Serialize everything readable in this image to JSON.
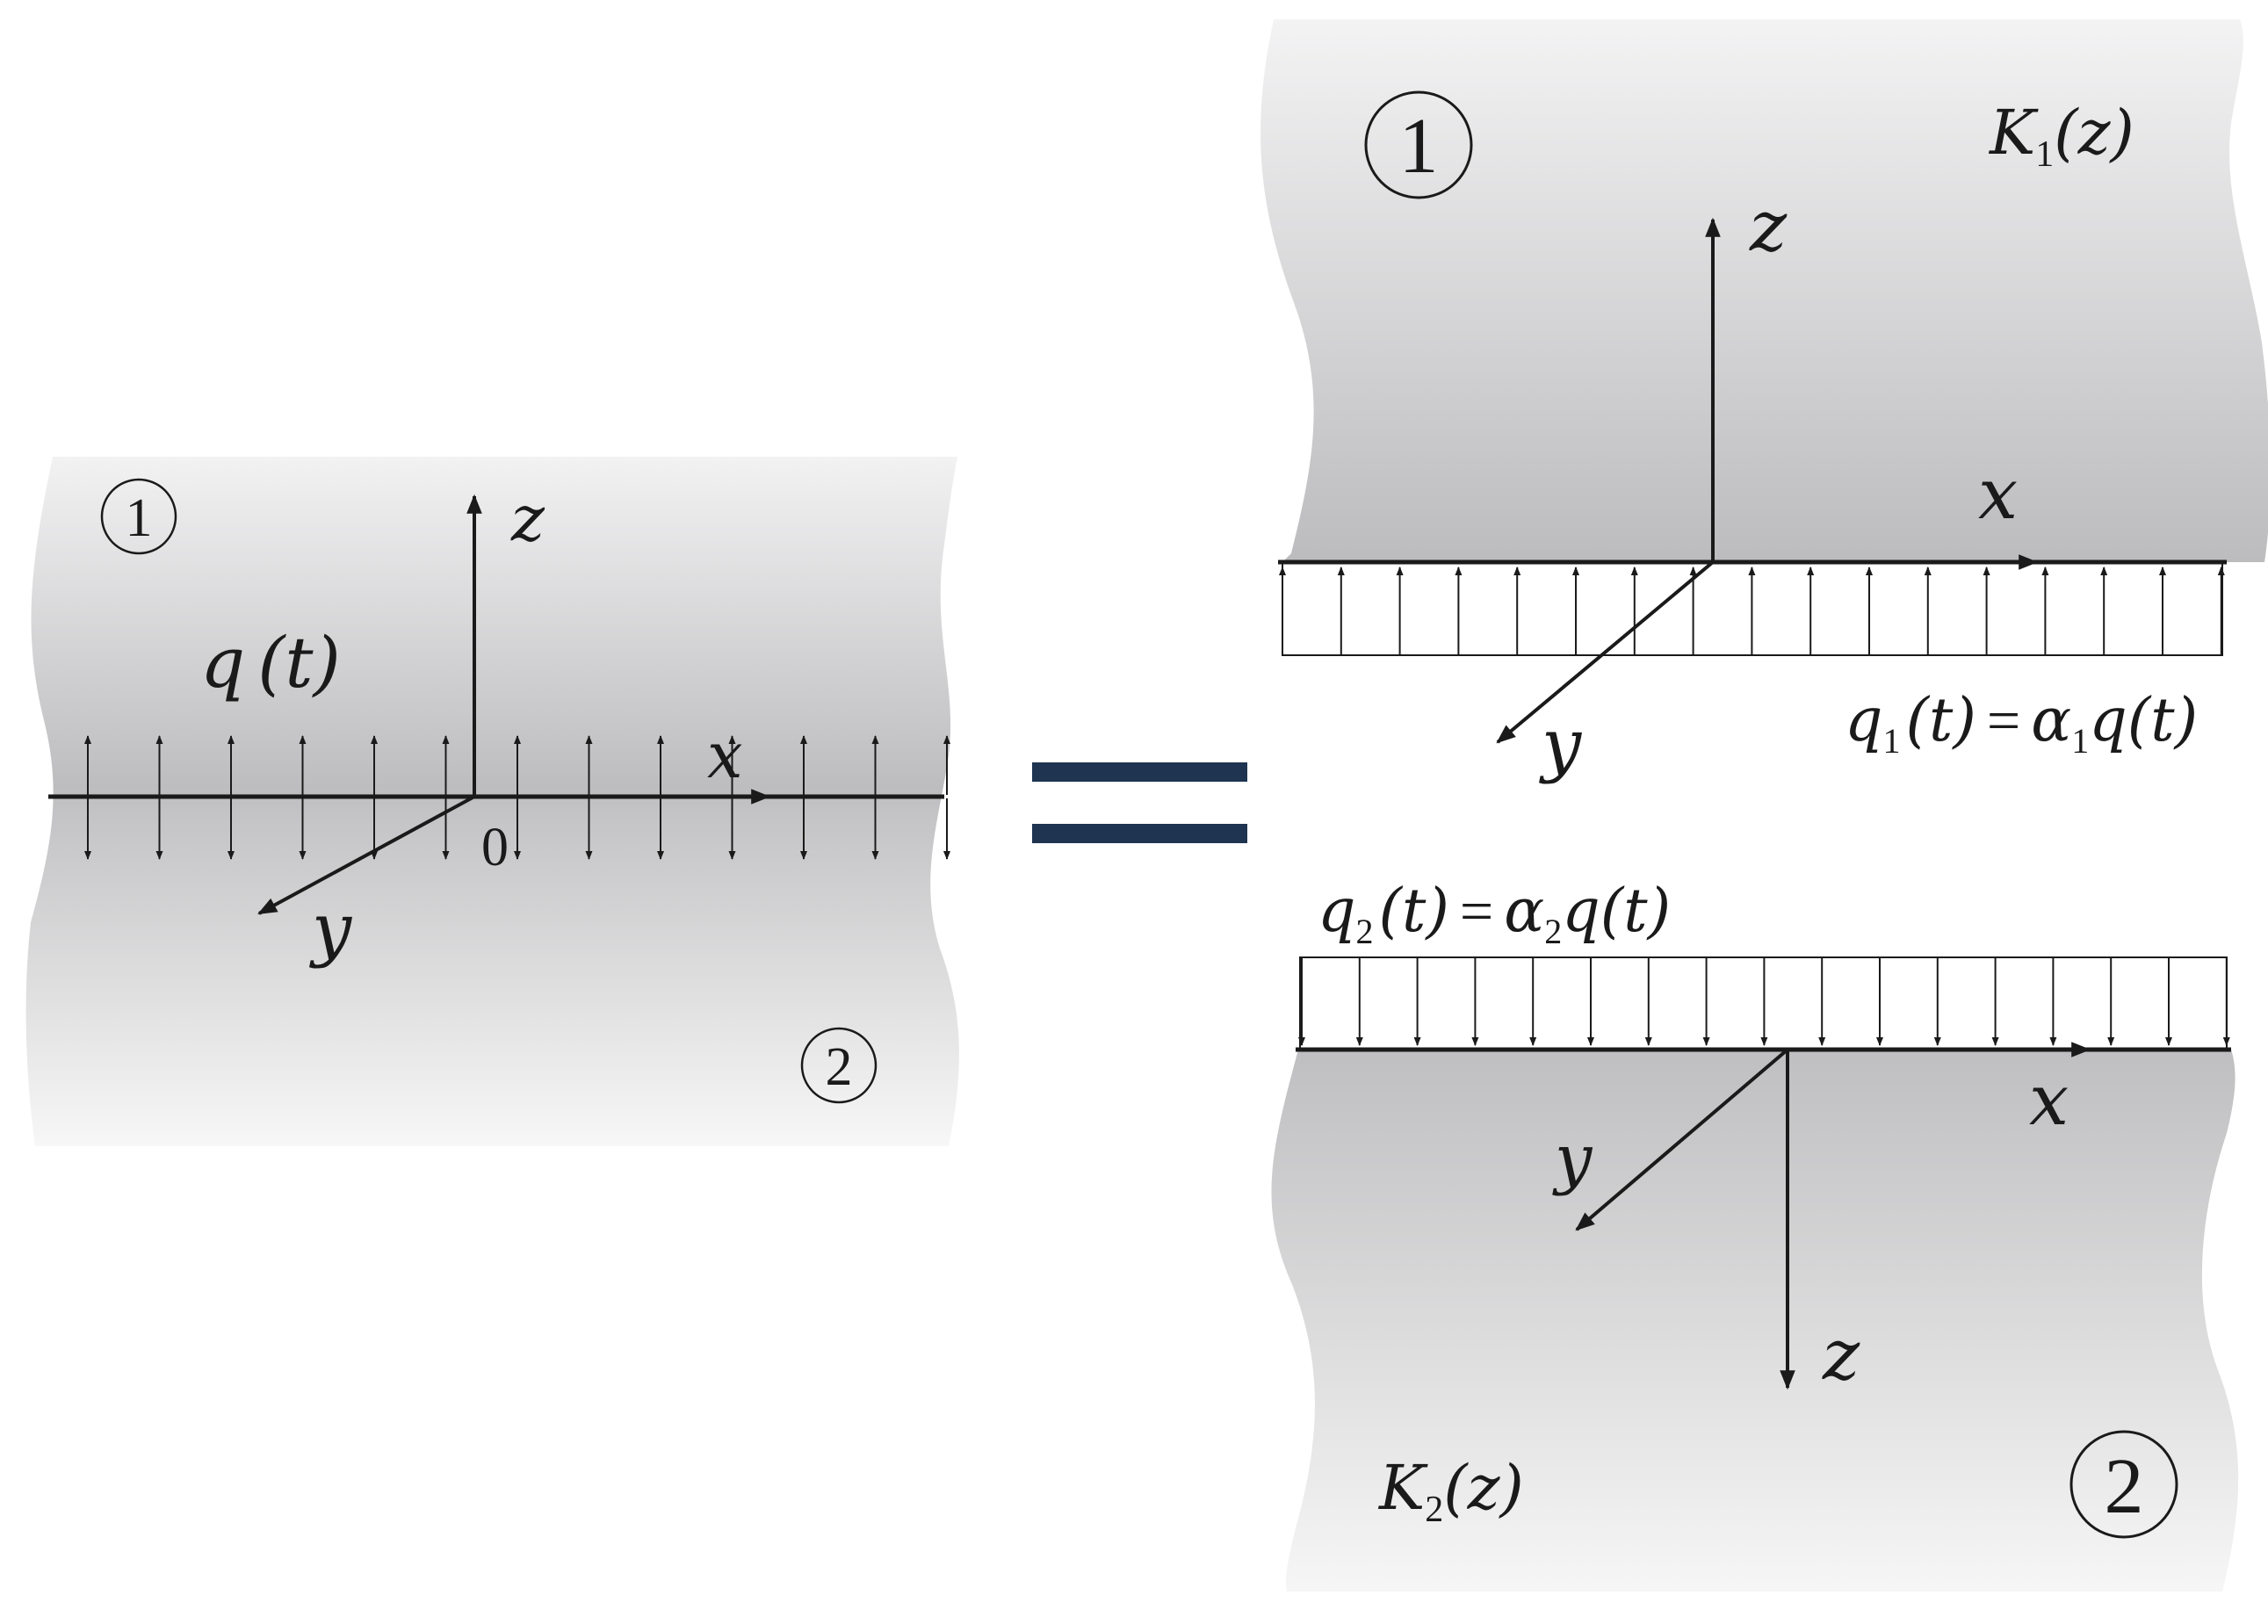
{
  "left_panel": {
    "layer_top_marker": "1",
    "layer_bottom_marker": "2",
    "axis_x": "x",
    "axis_y": "y",
    "axis_z": "z",
    "origin": "0",
    "load": {
      "symbol": "q",
      "arg": "(t)"
    }
  },
  "equals": {
    "color": "#1e3450"
  },
  "right_top": {
    "layer_marker": "1",
    "stiffness": {
      "symbol": "K",
      "sub": "1",
      "arg": "(z)"
    },
    "axis_x": "x",
    "axis_y": "y",
    "axis_z": "z",
    "load": {
      "symbol": "q",
      "sub": "1",
      "lhs_arg": "(t)",
      "eq": "=",
      "coef": "α",
      "coef_sub": "1",
      "rhs": "q(t)"
    }
  },
  "right_bottom": {
    "layer_marker": "2",
    "stiffness": {
      "symbol": "K",
      "sub": "2",
      "arg": "(z)"
    },
    "axis_x": "x",
    "axis_y": "y",
    "axis_z": "z",
    "load": {
      "symbol": "q",
      "sub": "2",
      "lhs_arg": "(t)",
      "eq": "=",
      "coef": "α",
      "coef_sub": "2",
      "rhs": "q(t)"
    }
  }
}
